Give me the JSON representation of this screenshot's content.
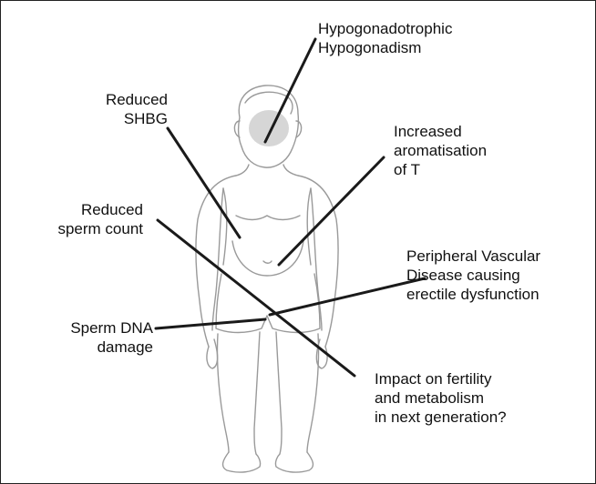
{
  "labels": {
    "hypogonadism": [
      "Hypogonadotrophic",
      "Hypogonadism"
    ],
    "shbg": [
      "Reduced",
      "SHBG"
    ],
    "aromatisation": [
      "Increased",
      "aromatisation",
      "of T"
    ],
    "sperm_count": [
      "Reduced",
      "sperm count"
    ],
    "vascular": [
      "Peripheral Vascular",
      "Disease causing",
      "erectile dysfunction"
    ],
    "dna": [
      "Sperm DNA",
      "damage"
    ],
    "fertility": [
      "Impact on fertility",
      "and metabolism",
      "in next generation?"
    ]
  }
}
